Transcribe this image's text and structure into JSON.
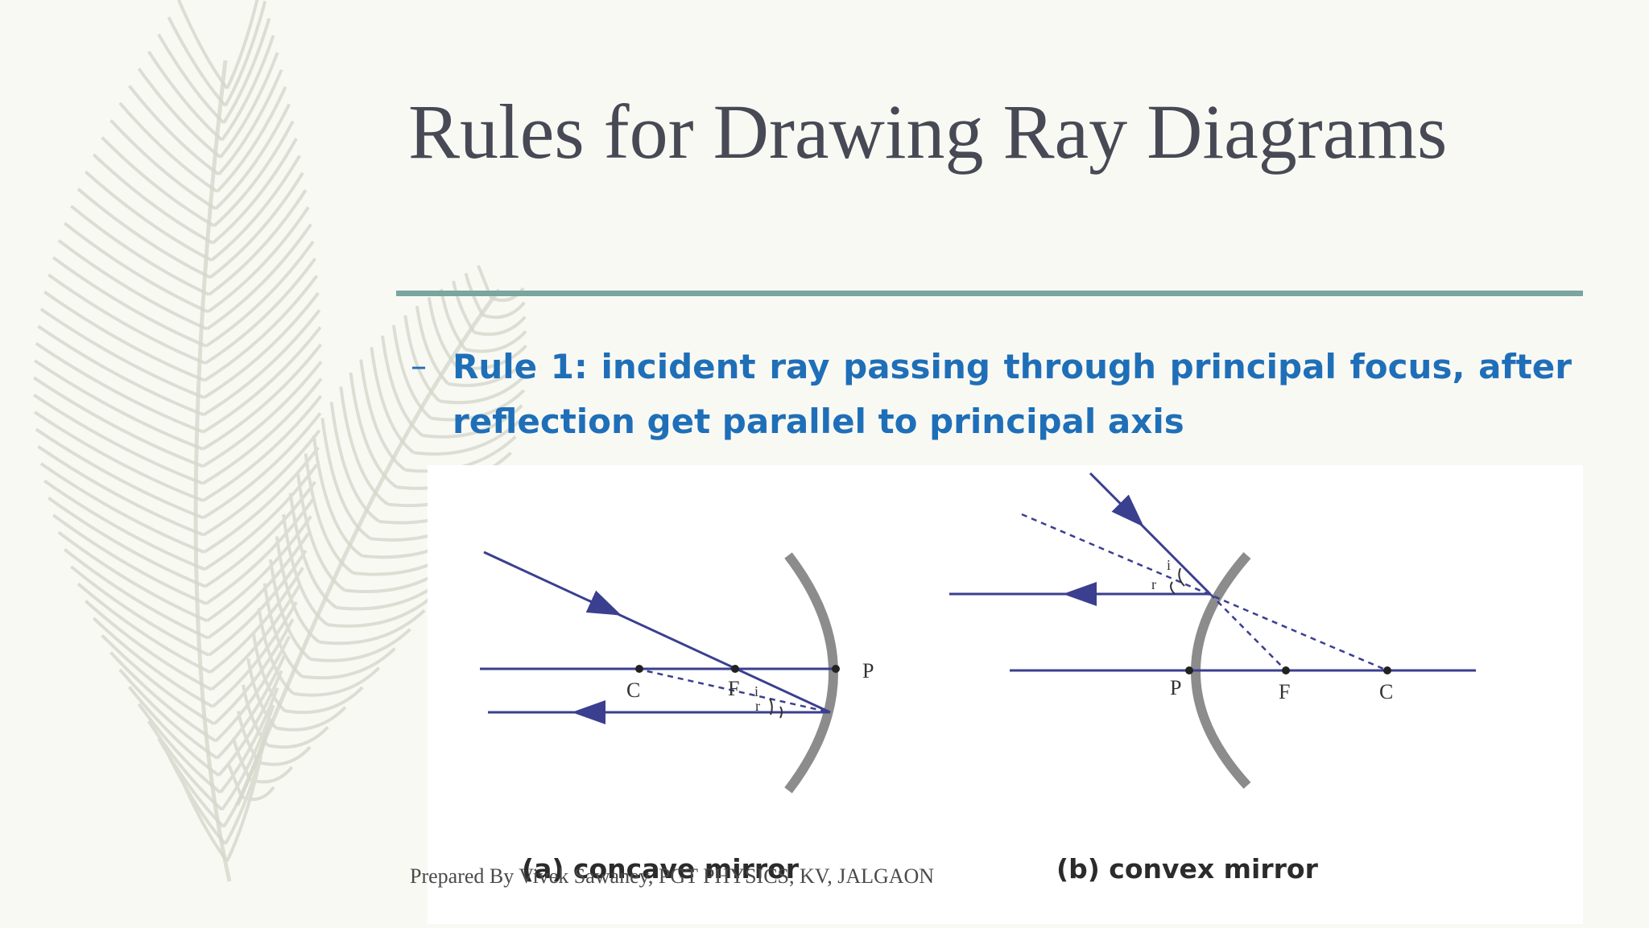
{
  "slide": {
    "title": "Rules for Drawing Ray Diagrams",
    "bullet_marker": "–",
    "bullet_text": "Rule 1: incident ray passing through principal focus, after reflection get parallel to principal axis",
    "footer": "Prepared By Vivek Sawaney, PGT PHYSICS, KV, JALGAON"
  },
  "figure": {
    "concave": {
      "caption": "(a) concave mirror",
      "labels": {
        "c": "C",
        "f": "F",
        "p": "P",
        "i": "i",
        "r": "r"
      }
    },
    "convex": {
      "caption": "(b) convex mirror",
      "labels": {
        "p": "P",
        "f": "F",
        "c": "C",
        "i": "i",
        "r": "r"
      }
    }
  },
  "colors": {
    "title": "#474a55",
    "bullet": "#1f6fb8",
    "divider": "#7aa5a0",
    "ray": "#3a3f8f",
    "mirror": "#8c8c8c"
  }
}
